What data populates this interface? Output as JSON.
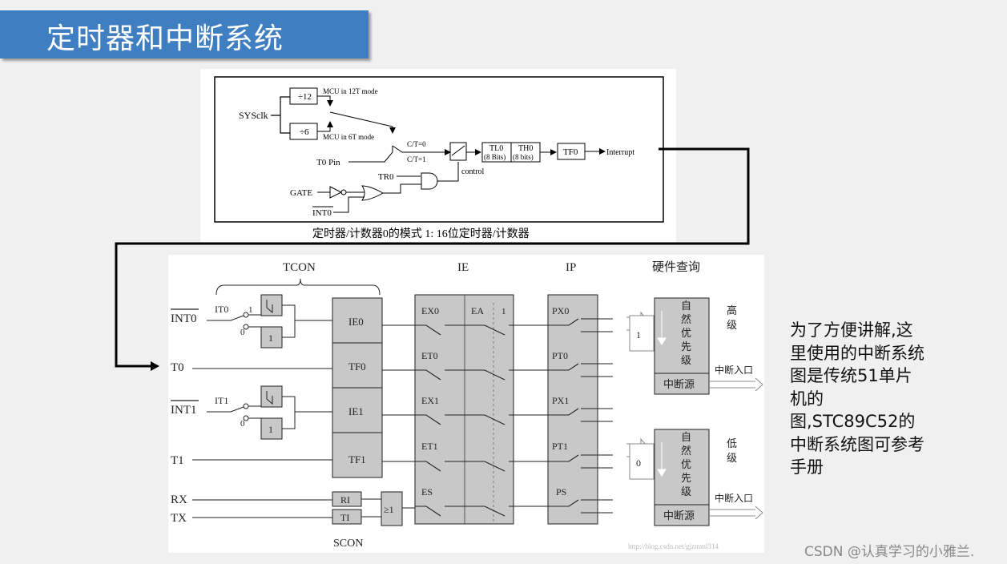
{
  "slide": {
    "title": "定时器和中断系统",
    "note": "为了方便讲解,这里使用的中断系统图是传统51单片机的图,STC89C52的中断系统图可参考手册",
    "watermark": "CSDN @认真学习的小雅兰."
  },
  "timer_diagram": {
    "caption": "定时器/计数器0的模式 1: 16位定时器/计数器",
    "sysclk": "SYSclk",
    "div12": "÷12",
    "div6": "÷6",
    "mode12": "MCU in 12T mode",
    "mode6": "MCU in 6T mode",
    "t0pin": "T0 Pin",
    "ct0": "C/T=0",
    "ct1": "C/T=1",
    "tr0": "TR0",
    "control": "control",
    "gate": "GATE",
    "int0": "INT0",
    "tl0": "TL0",
    "tl0_bits": "(8 Bits)",
    "th0": "TH0",
    "th0_bits": "(8 bits)",
    "tf0": "TF0",
    "interrupt": "Interrupt"
  },
  "interrupt_diagram": {
    "headers": {
      "tcon": "TCON",
      "ie": "IE",
      "ip": "IP",
      "hw": "硬件查询"
    },
    "sources": [
      "INT0",
      "T0",
      "INT1",
      "T1",
      "RX",
      "TX"
    ],
    "it0": "IT0",
    "it1": "IT1",
    "one": "1",
    "zero": "0",
    "flags": [
      "IE0",
      "TF0",
      "IE1",
      "TF1"
    ],
    "ri": "RI",
    "ti": "TI",
    "or_gate": "≥1",
    "scon": "SCON",
    "enables": [
      "EX0",
      "ET0",
      "EX1",
      "ET1",
      "ES"
    ],
    "ea": "EA",
    "priorities": [
      "PX0",
      "PT0",
      "PX1",
      "PT1",
      "PS"
    ],
    "natural_priority": "自然优先级",
    "interrupt_source": "中断源",
    "high": "高级",
    "low": "低级",
    "interrupt_entry": "中断入口",
    "url": "http://blog.csdn.net/gjzmml314"
  }
}
